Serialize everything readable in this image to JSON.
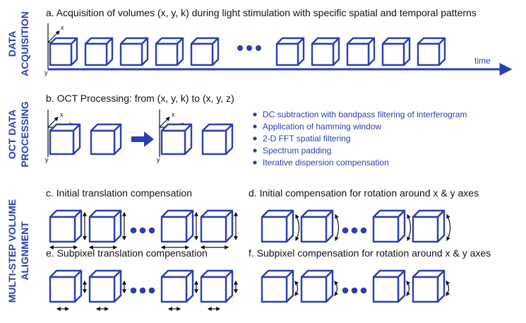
{
  "colors": {
    "accent": "#2a3fb0",
    "text": "#111111"
  },
  "sections": {
    "acquisition": {
      "label_lines": [
        "DATA",
        "ACQUISITION"
      ],
      "heading": "a. Acquisition of volumes (x, y, k) during light stimulation with specific spatial and temporal patterns",
      "axis_labels": {
        "x": "x",
        "k": "k",
        "y": "y"
      },
      "time_label": "time"
    },
    "processing": {
      "label_lines": [
        "OCT DATA",
        "PROCESSING"
      ],
      "heading": "b. OCT Processing: from (x, y, k) to (x, y, z)",
      "input_axes": {
        "x": "x",
        "k": "k",
        "y": "y"
      },
      "output_axes": {
        "x": "x",
        "z": "z",
        "y": "y"
      },
      "steps": [
        "DC subtraction with bandpass filtering of interferogram",
        "Application of hamming window",
        "2-D FFT spatial filtering",
        "Spectrum padding",
        "Iterative dispersion compensation"
      ]
    },
    "alignment": {
      "label_lines": [
        "MULTI-STEP VOLUME",
        "ALIGNMENT"
      ],
      "panels": {
        "c": "c. Initial translation compensation",
        "d": "d. Initial compensation for rotation around x & y axes",
        "e": "e. Subpixel translation compensation",
        "f": "f. Subpixel compensation for rotation around x & y axes"
      }
    }
  }
}
